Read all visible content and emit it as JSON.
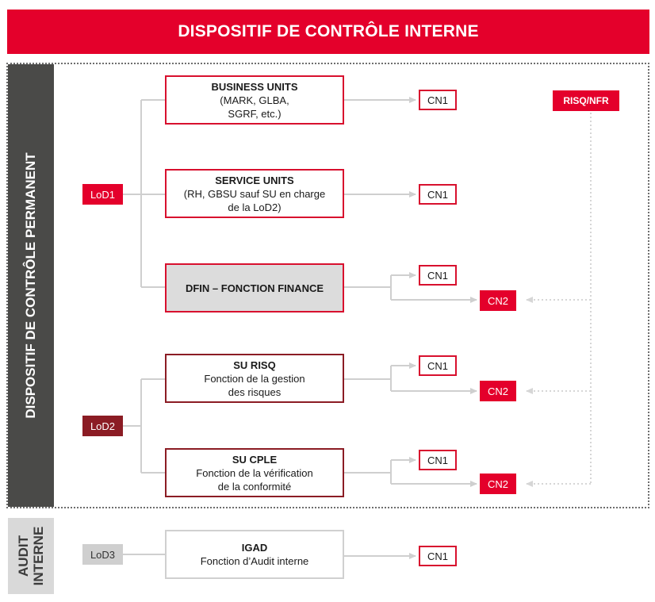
{
  "header": {
    "title": "DISPOSITIF DE CONTRÔLE INTERNE"
  },
  "side_bands": {
    "permanent": "DISPOSITIF DE CONTRÔLE PERMANENT",
    "audit_line1": "AUDIT",
    "audit_line2": "INTERNE"
  },
  "lines_of_defense": {
    "lod1": "LoD1",
    "lod2": "LoD2",
    "lod3": "LoD3"
  },
  "units": {
    "business": {
      "title": "BUSINESS UNITS",
      "line1": "(MARK, GLBA,",
      "line2": "SGRF, etc.)"
    },
    "service": {
      "title": "SERVICE UNITS",
      "line1": "(RH, GBSU sauf SU en charge",
      "line2": "de la LoD2)"
    },
    "dfin": {
      "title": "DFIN – FONCTION FINANCE"
    },
    "su_risq": {
      "title": "SU RISQ",
      "line1": "Fonction de la gestion",
      "line2": "des risques"
    },
    "su_cple": {
      "title": "SU CPLE",
      "line1": "Fonction de la vérification",
      "line2": "de la conformité"
    },
    "igad": {
      "title": "IGAD",
      "line1": "Fonction d’Audit interne"
    }
  },
  "controls": {
    "cn1": "CN1",
    "cn2": "CN2"
  },
  "risq_nfr": "RISQ/NFR",
  "colors": {
    "accent_red": "#e4002b",
    "dark_red": "#8b1c24",
    "band_gray": "#4a4a48",
    "audit_gray": "#d9d9d9"
  }
}
